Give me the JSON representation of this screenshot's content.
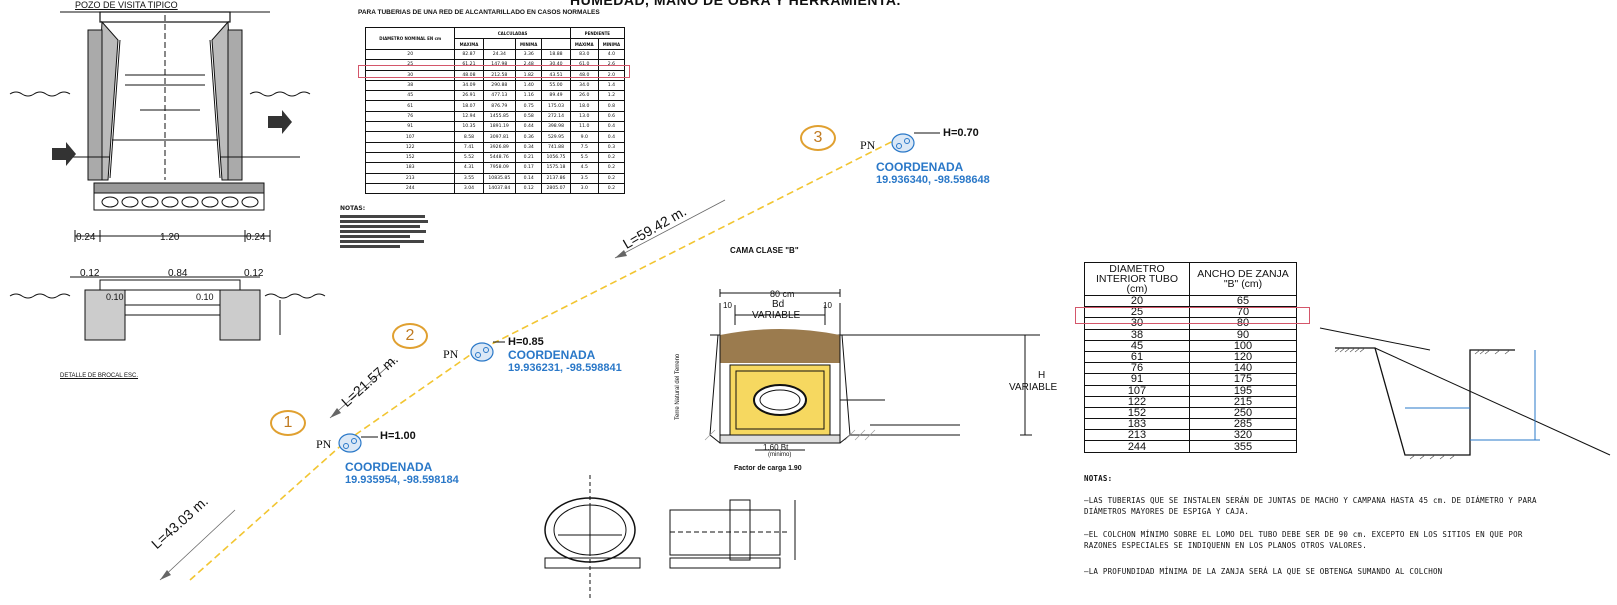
{
  "header": {
    "main_title": "HUMEDAD, MANO DE OBRA Y HERRAMIENTA.",
    "table_caption": "PARA TUBERIAS DE UNA RED DE ALCANTARILLADO EN CASOS NORMALES"
  },
  "manhole": {
    "title": "POZO DE VISITA TIPICO",
    "dims": [
      "0.24",
      "1.20",
      "0.24"
    ],
    "detail_dims": [
      "0.12",
      "0.84",
      "0.12",
      "0.10",
      "0.10"
    ],
    "detail_label": "DETALLE DE BROCAL ESC."
  },
  "small_table": {
    "group_headers": [
      "CALCULADAS",
      "PENDIENTE"
    ],
    "columns": [
      "DIAMETRO NOMINAL EN cm",
      "MAXIMA",
      "",
      "MINIMA",
      "",
      "MAXIMA",
      "MINIMA"
    ],
    "rows": [
      [
        "20",
        "82.87",
        "24.34",
        "3.36",
        "18.88",
        "83.0",
        "4.0"
      ],
      [
        "25",
        "61.21",
        "147.98",
        "2.48",
        "30.40",
        "61.0",
        "2.6"
      ],
      [
        "30",
        "48.08",
        "212.58",
        "1.82",
        "43.51",
        "48.0",
        "2.0"
      ],
      [
        "38",
        "34.09",
        "290.88",
        "1.40",
        "55.00",
        "34.0",
        "1.4"
      ],
      [
        "45",
        "26.91",
        "477.13",
        "1.16",
        "89.49",
        "26.0",
        "1.2"
      ],
      [
        "61",
        "18.07",
        "876.79",
        "0.75",
        "175.03",
        "18.0",
        "0.8"
      ],
      [
        "76",
        "12.94",
        "1455.85",
        "0.58",
        "272.14",
        "13.0",
        "0.6"
      ],
      [
        "91",
        "10.35",
        "1891.19",
        "0.44",
        "398.98",
        "11.0",
        "0.4"
      ],
      [
        "107",
        "8.58",
        "3097.81",
        "0.36",
        "529.95",
        "9.0",
        "0.4"
      ],
      [
        "122",
        "7.41",
        "3926.89",
        "0.34",
        "741.88",
        "7.5",
        "0.3"
      ],
      [
        "152",
        "5.52",
        "5448.76",
        "0.21",
        "1056.75",
        "5.5",
        "0.2"
      ],
      [
        "183",
        "4.31",
        "7958.09",
        "0.17",
        "1575.18",
        "4.5",
        "0.2"
      ],
      [
        "213",
        "3.55",
        "10835.85",
        "0.14",
        "2137.86",
        "3.5",
        "0.2"
      ],
      [
        "244",
        "3.04",
        "14037.84",
        "0.12",
        "2805.07",
        "3.0",
        "0.2"
      ]
    ],
    "note_title": "NOTAS:"
  },
  "route": {
    "points": [
      {
        "num": "1",
        "pn": "PN",
        "h": "H=1.00",
        "coord_label": "COORDENADA",
        "coord": "19.935954, -98.598184"
      },
      {
        "num": "2",
        "pn": "PN",
        "h": "H=0.85",
        "coord_label": "COORDENADA",
        "coord": "19.936231, -98.598841"
      },
      {
        "num": "3",
        "pn": "PN",
        "h": "H=0.70",
        "coord_label": "COORDENADA",
        "coord": "19.936340, -98.598648"
      }
    ],
    "lengths": [
      "L=43.03 m.",
      "L=21.57 m.",
      "L=59.42 m."
    ]
  },
  "trench": {
    "title": "CAMA CLASE \"B\"",
    "top_width": "80 cm",
    "bd_label": "Bd",
    "variable": "VARIABLE",
    "h_label": "H",
    "h_variable": "VARIABLE",
    "side_dims": [
      "10",
      "10"
    ],
    "bottom_dim": "1.60 Bt",
    "bottom_sub": "(minimo)",
    "load_factor": "Factor de carga 1.90",
    "natural_ground": "Terre Natural del Terreno"
  },
  "big_table": {
    "headers": [
      "DIAMETRO INTERIOR TUBO (cm)",
      "ANCHO DE ZANJA \"B\" (cm)"
    ],
    "rows": [
      [
        "20",
        "65"
      ],
      [
        "25",
        "70"
      ],
      [
        "30",
        "80"
      ],
      [
        "38",
        "90"
      ],
      [
        "45",
        "100"
      ],
      [
        "61",
        "120"
      ],
      [
        "76",
        "140"
      ],
      [
        "91",
        "175"
      ],
      [
        "107",
        "195"
      ],
      [
        "122",
        "215"
      ],
      [
        "152",
        "250"
      ],
      [
        "183",
        "285"
      ],
      [
        "213",
        "320"
      ],
      [
        "244",
        "355"
      ]
    ]
  },
  "notes": {
    "title": "NOTAS:",
    "items": [
      "—LAS TUBERIAS QUE SE INSTALEN SERÁN DE JUNTAS DE MACHO Y CAMPANA HASTA 45 cm. DE DIÁMETRO Y PARA DIÁMETROS MAYORES DE ESPIGA Y CAJA.",
      "—EL COLCHON MÍNIMO SOBRE EL LOMO DEL TUBO DEBE SER DE 90 cm. EXCEPTO EN LOS SITIOS EN QUE POR RAZONES ESPECIALES SE INDIQUENN EN LOS PLANOS OTROS VALORES.",
      "—LA PROFUNDIDAD MÍNIMA DE LA ZANJA SERÁ LA QUE SE OBTENGA SUMANDO AL COLCHON"
    ]
  },
  "colors": {
    "route_line": "#f2c531",
    "coordinate_blue": "#2a78c8",
    "circle_orange": "#e0a030",
    "bedding_brown": "#9b7b4e",
    "fill_yellow": "#f6d860",
    "highlight_red": "#d4566a"
  }
}
